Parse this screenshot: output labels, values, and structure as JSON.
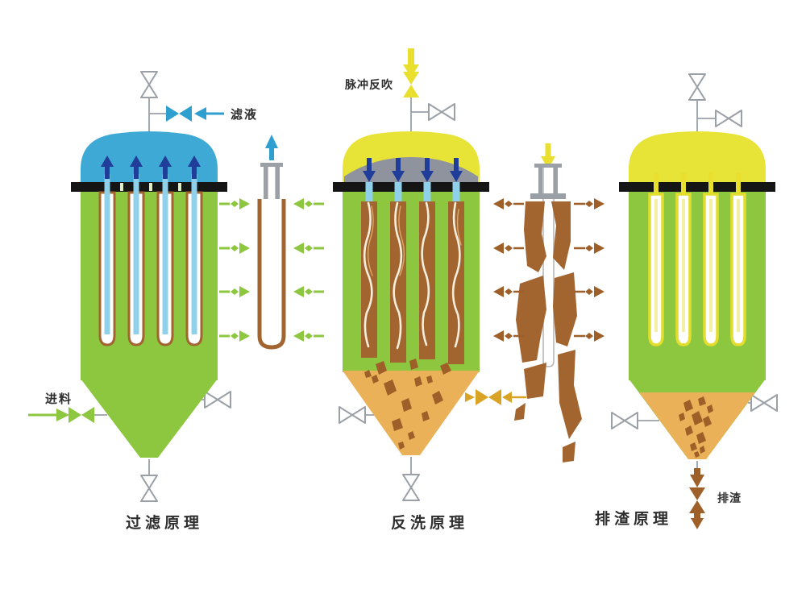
{
  "stages": [
    {
      "id": "filtration",
      "caption": "过滤原理"
    },
    {
      "id": "backwash",
      "caption": "反洗原理"
    },
    {
      "id": "discharge",
      "caption": "排渣原理"
    }
  ],
  "labels": {
    "filtrate": "滤液",
    "feed": "进料",
    "pulse_backflush": "脉冲反吹",
    "slag": "排渣"
  },
  "colors": {
    "vessel-green": "#8dc63f",
    "dome-blue": "#3fa9d5",
    "dome-yellow": "#e8e337",
    "dome-gray": "#8e939e",
    "cone-tan": "#eab158",
    "cake-brown": "#a2652f",
    "slag-brown": "#9e5f28",
    "arrow-navy": "#1f3d99",
    "arrow-blue": "#2f9fd0",
    "arrow-green": "#8dc63f",
    "arrow-gold": "#d9a426",
    "arrow-yellow": "#e8df2e",
    "sheet-black": "#151515",
    "stripe-blue": "#8fd0ea",
    "candle-yellow": "#e3dd2e",
    "pipe-gray": "#9aa0a6",
    "label-color": "#2e2e2e"
  }
}
